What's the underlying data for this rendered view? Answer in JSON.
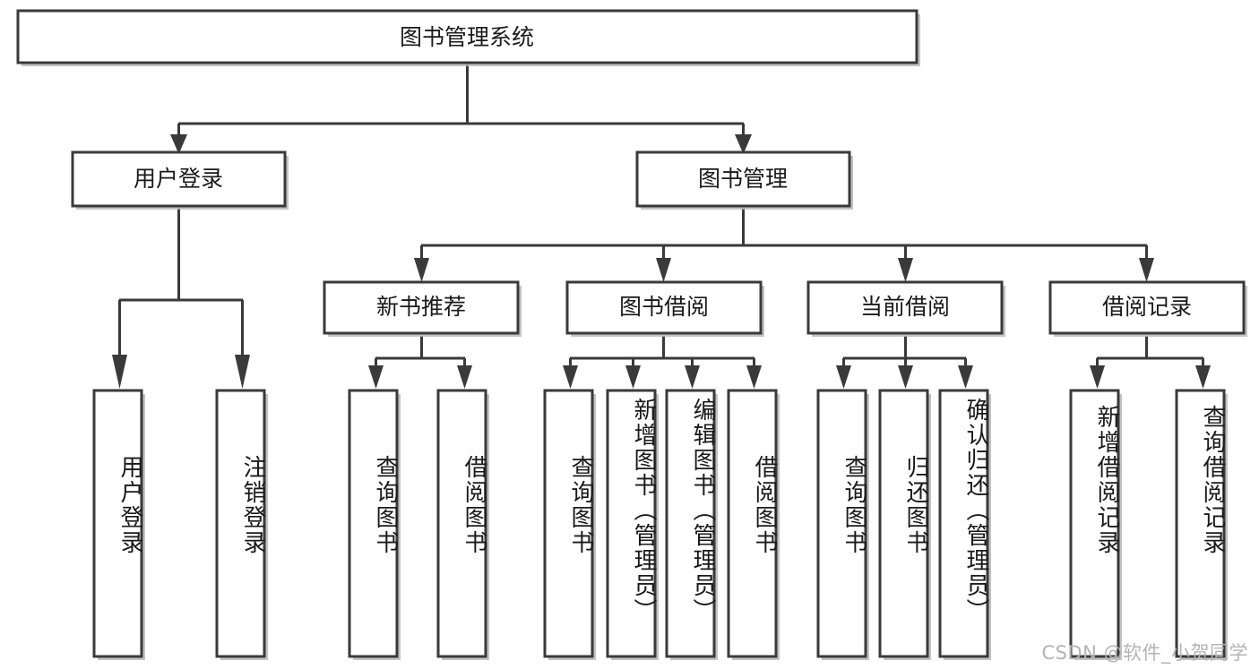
{
  "diagram": {
    "title": "图书管理系统",
    "type": "tree-hierarchy-chart",
    "orientation": "top-down",
    "colors": {
      "box_fill": "#ffffff",
      "box_stroke": "#3a3a3a",
      "text": "#1a1a1a",
      "watermark": "#b4b4b4",
      "background": "#ffffff"
    },
    "root": {
      "label": "图书管理系统"
    },
    "level2": [
      {
        "label": "用户登录"
      },
      {
        "label": "图书管理"
      }
    ],
    "level3": [
      {
        "label": "新书推荐"
      },
      {
        "label": "图书借阅"
      },
      {
        "label": "当前借阅"
      },
      {
        "label": "借阅记录"
      }
    ],
    "leaves": {
      "user_login": [
        {
          "label": "用户登录"
        },
        {
          "label": "注销登录"
        }
      ],
      "new_book_recommend": [
        {
          "label": "查询图书"
        },
        {
          "label": "借阅图书"
        }
      ],
      "book_borrow": [
        {
          "label": "查询图书"
        },
        {
          "label": "新增图书（管理员）"
        },
        {
          "label": "编辑图书（管理员）"
        },
        {
          "label": "借阅图书"
        }
      ],
      "current_borrow": [
        {
          "label": "查询图书"
        },
        {
          "label": "归还图书"
        },
        {
          "label": "确认归还（管理员）"
        }
      ],
      "borrow_record": [
        {
          "label": "新增借阅记录"
        },
        {
          "label": "查询借阅记录"
        }
      ]
    }
  },
  "watermark": {
    "text": "CSDN @软件_小贺同学"
  }
}
